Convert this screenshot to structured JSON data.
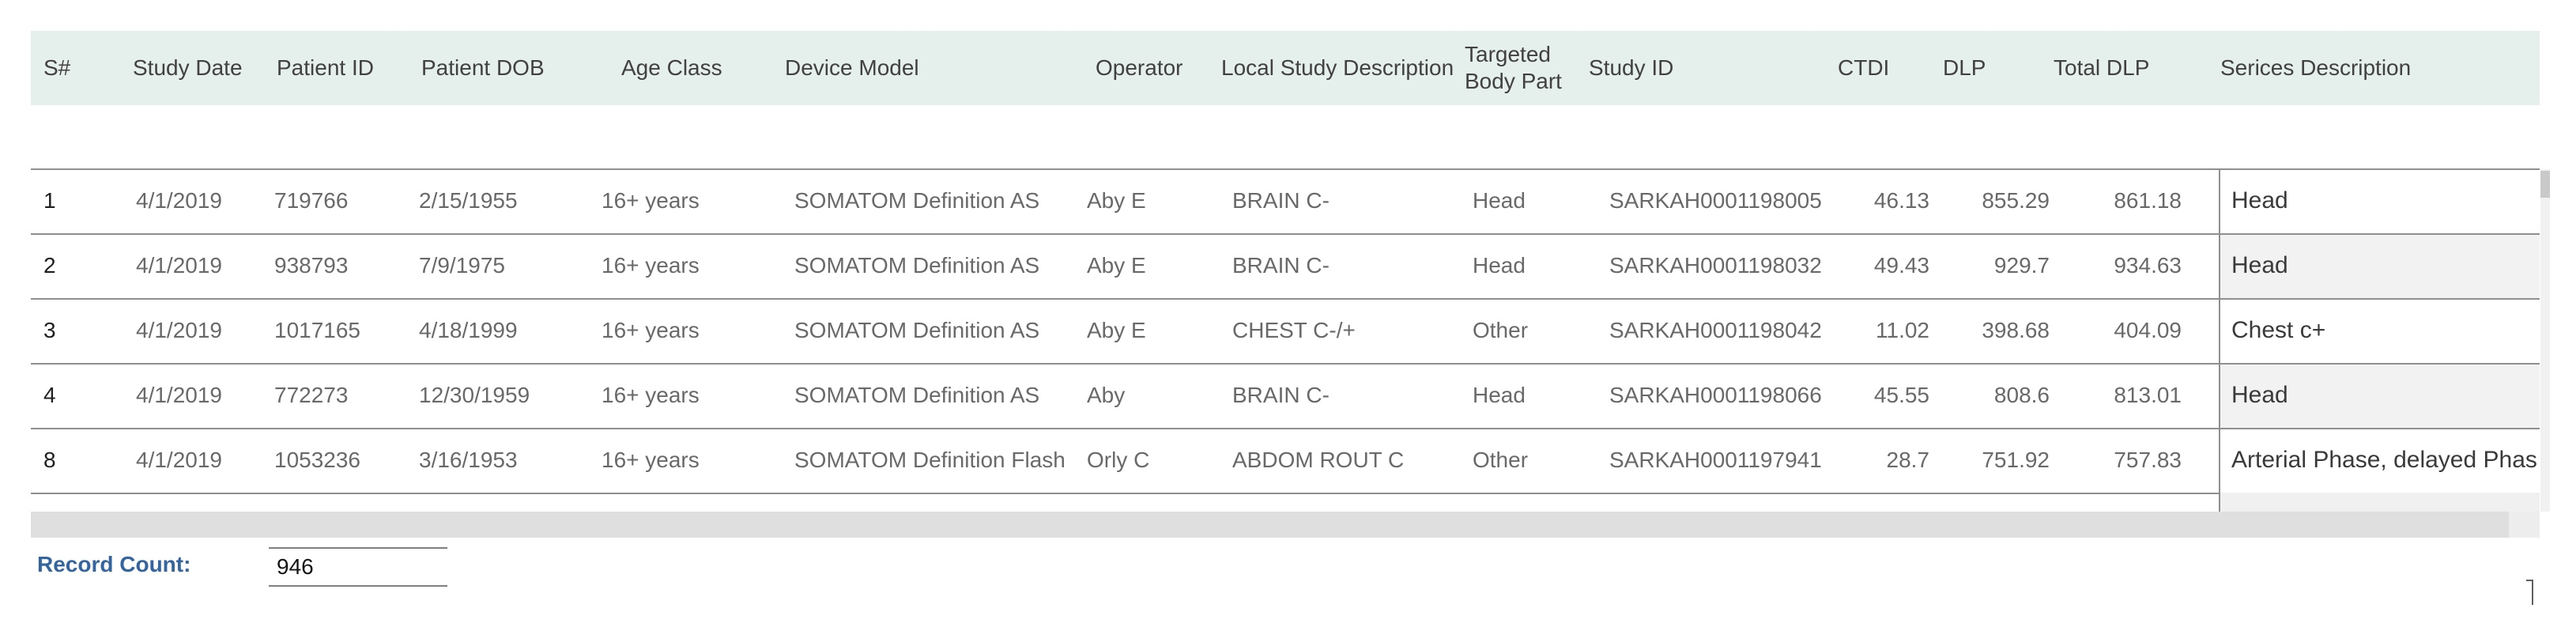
{
  "table": {
    "columns": [
      {
        "key": "s_number",
        "label": "S#"
      },
      {
        "key": "study_date",
        "label": "Study Date"
      },
      {
        "key": "patient_id",
        "label": "Patient ID"
      },
      {
        "key": "patient_dob",
        "label": "Patient DOB"
      },
      {
        "key": "age_class",
        "label": "Age Class"
      },
      {
        "key": "device_model",
        "label": "Device Model"
      },
      {
        "key": "operator",
        "label": "Operator"
      },
      {
        "key": "local_study_description",
        "label": "Local Study Description"
      },
      {
        "key": "targeted_body_part",
        "label": "Targeted Body Part"
      },
      {
        "key": "study_id",
        "label": "Study ID"
      },
      {
        "key": "ctdi",
        "label": "CTDI"
      },
      {
        "key": "dlp",
        "label": "DLP"
      },
      {
        "key": "total_dlp",
        "label": "Total DLP"
      },
      {
        "key": "series_description",
        "label": "Serices Description"
      }
    ],
    "rows": [
      {
        "s_number": "1",
        "study_date": "4/1/2019",
        "patient_id": "719766",
        "patient_dob": "2/15/1955",
        "age_class": "16+ years",
        "device_model": "SOMATOM Definition AS",
        "operator": "Aby E",
        "local_study_description": "BRAIN C-",
        "targeted_body_part": "Head",
        "study_id": "SARKAH0001198005",
        "ctdi": "46.13",
        "dlp": "855.29",
        "total_dlp": "861.18",
        "series_description": "Head"
      },
      {
        "s_number": "2",
        "study_date": "4/1/2019",
        "patient_id": "938793",
        "patient_dob": "7/9/1975",
        "age_class": "16+ years",
        "device_model": "SOMATOM Definition AS",
        "operator": "Aby E",
        "local_study_description": "BRAIN C-",
        "targeted_body_part": "Head",
        "study_id": "SARKAH0001198032",
        "ctdi": "49.43",
        "dlp": "929.7",
        "total_dlp": "934.63",
        "series_description": "Head"
      },
      {
        "s_number": "3",
        "study_date": "4/1/2019",
        "patient_id": "1017165",
        "patient_dob": "4/18/1999",
        "age_class": "16+ years",
        "device_model": "SOMATOM Definition AS",
        "operator": "Aby E",
        "local_study_description": "CHEST C-/+",
        "targeted_body_part": "Other",
        "study_id": "SARKAH0001198042",
        "ctdi": "11.02",
        "dlp": "398.68",
        "total_dlp": "404.09",
        "series_description": "Chest c+"
      },
      {
        "s_number": "4",
        "study_date": "4/1/2019",
        "patient_id": "772273",
        "patient_dob": "12/30/1959",
        "age_class": "16+ years",
        "device_model": "SOMATOM Definition AS",
        "operator": "Aby",
        "local_study_description": "BRAIN C-",
        "targeted_body_part": "Head",
        "study_id": "SARKAH0001198066",
        "ctdi": "45.55",
        "dlp": "808.6",
        "total_dlp": "813.01",
        "series_description": "Head"
      },
      {
        "s_number": "8",
        "study_date": "4/1/2019",
        "patient_id": "1053236",
        "patient_dob": "3/16/1953",
        "age_class": "16+ years",
        "device_model": "SOMATOM Definition Flash",
        "operator": "Orly C",
        "local_study_description": "ABDOM ROUT C",
        "targeted_body_part": "Other",
        "study_id": "SARKAH0001197941",
        "ctdi": "28.7",
        "dlp": "751.92",
        "total_dlp": "757.83",
        "series_description": "Arterial Phase, delayed Phas"
      }
    ]
  },
  "footer": {
    "record_count_label": "Record Count:",
    "record_count_value": "946"
  },
  "colors": {
    "header_bg": "#e5efec",
    "row_border": "#8f8f8f",
    "band_bg": "#f2f2f2",
    "accent_blue": "#34659e",
    "cell_text": "#696969",
    "header_text": "#414141"
  }
}
